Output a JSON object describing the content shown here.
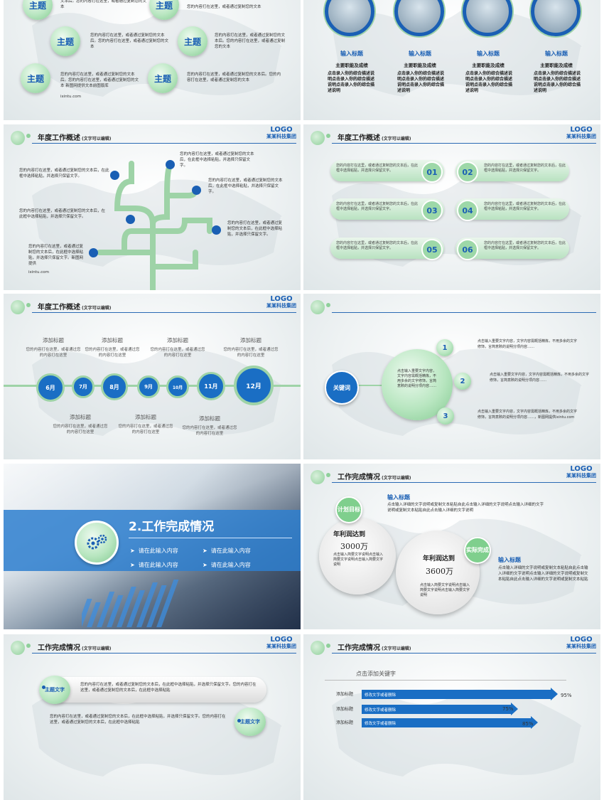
{
  "colors": {
    "brand_blue": "#1a5fb4",
    "accent_green": "#9dd8a8",
    "panel_blue": "#2e7fcf"
  },
  "common": {
    "logo": "LOGO",
    "company": "某某科技集团",
    "subtitle": "(文字可以编辑)"
  },
  "s1": {
    "topics": [
      "主题",
      "主题",
      "主题",
      "主题",
      "主题",
      "主题"
    ],
    "texts": [
      "文本后。您的内容打在这里，或者通过复制您的文本",
      "您的内容打在这里，或者通过复制您的文本",
      "您的内容打在这里，或者通过复制您的文本后。您的内容打在这里，或者通过复制您的文本",
      "您的内容打在这里，或者通过复制您的文本后。您的内容打在这里，或者通过复制您的文本",
      "您的内容打在这里，或者通过复制您的文本后。您的内容打在这里，或者通过复制您的文本 新图网提供文本前图版库",
      "您的内容打在这里，或者通过复制您的文本后。您的内容打在这里，或者通过复制您的文本"
    ],
    "source": "ixintu.com"
  },
  "s2": {
    "items": [
      {
        "title": "输入标题",
        "sub": "主要职能及成绩",
        "desc": "点击录入你的综合描述说明点击录入你的综合描述说明点击录入你的综合描述说明"
      },
      {
        "title": "输入标题",
        "sub": "主要职能及成绩",
        "desc": "点击录入你的综合描述说明点击录入你的综合描述说明点击录入你的综合描述说明"
      },
      {
        "title": "输入标题",
        "sub": "主要职能及成绩",
        "desc": "点击录入你的综合描述说明点击录入你的综合描述说明点击录入你的综合描述说明"
      },
      {
        "title": "输入标题",
        "sub": "主要职能及成绩",
        "desc": "点击录入你的综合描述说明点击录入你的综合描述说明点击录入你的综合描述说明"
      }
    ]
  },
  "s3": {
    "title": "年度工作概述",
    "texts": [
      "您的内容打在这里，或者通过复制您的文本后，在此框中选择粘贴，并选择只保留文字。",
      "您的内容打在这里，或者通过复制您的文本后，在此框中选择粘贴，并选择只保留文字。",
      "您的内容打在这里，或者通过复制您的文本后，在此框中选择粘贴，并选择只保留文字。",
      "您的内容打在这里，或者通过复制您的文本后，在此框中选择粘贴，并选择只保留文字。",
      "您的内容打在这里，或者通过复制您的文本后，在此框中选择粘贴，并选择只保留文字。",
      "您的内容打在这里，或者通过复制您的文本后，在此框中选择粘贴，并选择只保留文字。新图网提供"
    ],
    "source": "ixintu.com"
  },
  "s4": {
    "title": "年度工作概述",
    "nums": [
      "01",
      "02",
      "03",
      "04",
      "05",
      "06"
    ],
    "text": "您的内容打在这里，或者通过复制您的文本后，在此框中选择粘贴，并选择只保留文字。"
  },
  "s5": {
    "title": "年度工作概述",
    "months": [
      "6月",
      "7月",
      "8月",
      "9月",
      "10月",
      "11月",
      "12月"
    ],
    "top_labels": [
      "添加标题",
      "添加标题",
      "添加标题",
      "添加标题"
    ],
    "top_texts": [
      "您的内容打在这里，或者通过您的内容打在这里",
      "您的内容打在这里，或者通过您的内容打在这里",
      "您的内容打在这里，或者通过您的内容打在这里",
      "您的内容打在这里，或者通过您的内容打在这里"
    ],
    "bottom_labels": [
      "添加标题",
      "添加标题",
      "添加标题"
    ],
    "bottom_texts": [
      "您的内容打在这里，或者通过您的内容打在这里",
      "您的内容打在这里，或者通过您的内容打在这里",
      "您的内容打在这里，或者通过您的内容打在这里"
    ]
  },
  "s6": {
    "keyword": "关键词",
    "center_text": "点击输入重要文字内容，文字内容需概括精炼，不用多余的文字修饰，言简意赅的说明分项内容……",
    "nums": [
      "1",
      "2",
      "3"
    ],
    "texts": [
      "点击输入重要文字内容，文字内容需概括精炼，不用多余的文字修饰，言简意赅的说明分项内容……",
      "点击输入重要文字内容，文字内容需概括精炼，不用多余的文字修饰，言简意赅的说明分项内容……",
      "点击输入重要文字内容，文字内容需概括精炼，不用多余的文字修饰，言简意赅的说明分项内容……，新图网提供ixintu.com"
    ]
  },
  "s7": {
    "section_title": "2.工作完成情况",
    "items": [
      "请在此输入内容",
      "请在此输入内容",
      "请在此输入内容",
      "请在此输入内容"
    ]
  },
  "s8": {
    "title": "工作完成情况",
    "plan_label": "计划目标",
    "actual_label": "实际完成",
    "plan_head": "年利润达到",
    "plan_value": "3000万",
    "actual_head": "年利润达到",
    "actual_value": "3600万",
    "small_text": "点击输入简要文字说明点击输入简要文字说明点击输入简要文字说明",
    "input_title_1": "输入标题",
    "input_text_1": "点击输入详细的文字说明或复制文本粘贴自此点击输入详细的文字说明点击输入详细的文字说明或复制文本粘贴自此点击输入详细的文字说明",
    "input_title_2": "输入标题",
    "input_text_2": "点击输入详细的文字说明或复制文本粘贴自此点击输入详细的文字说明点击输入详细的文字说明或复制文本粘贴自此点击输入详细的文字说明或复制文本粘贴"
  },
  "s9": {
    "title": "工作完成情况",
    "topic1": "主题文字",
    "topic2": "主题文字",
    "text1": "您的内容打在这里，或者通过复制您的文本后，在此框中选择粘贴，并选择只保留文字。您的内容打在这里，或者通过复制您的文本后，在此框中选择粘贴",
    "text2": "您的内容打在这里，或者通过复制您的文本后，在此框中选择粘贴，并选择只保留文字。您的内容打在这里，或者通过复制您的文本后，在此框中选择粘贴"
  },
  "s10": {
    "title": "工作完成情况",
    "keyword": "点击添加关键字",
    "rows": [
      {
        "label": "添加标题",
        "bar_text": "修改文字或者删除",
        "value": "95%"
      },
      {
        "label": "添加标题",
        "bar_text": "修改文字或者删除",
        "value": "75%"
      },
      {
        "label": "添加标题",
        "bar_text": "修改文字或者删除",
        "value": "85%"
      }
    ]
  }
}
